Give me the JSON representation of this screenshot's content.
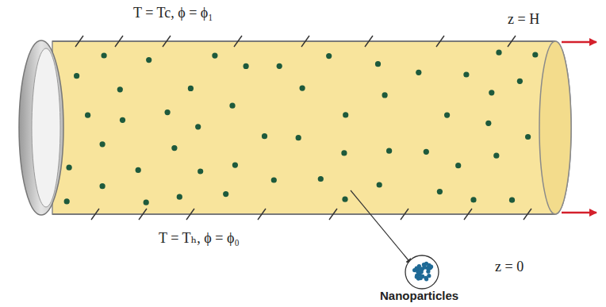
{
  "diagram": {
    "labels": [
      "T = Tc, ϕ = ϕ₁",
      "z = H",
      "T = Tₕ, ϕ = ϕ₀",
      "z = 0",
      "Nanoparticles"
    ]
  }
}
